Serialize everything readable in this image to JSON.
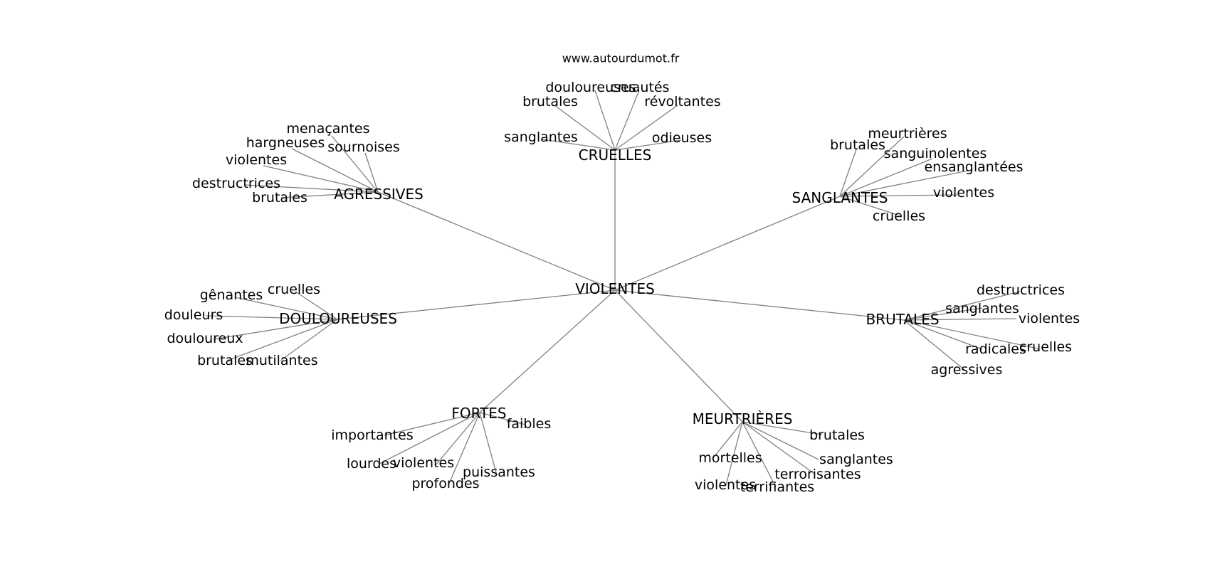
{
  "source": "www.autourdumot.fr",
  "graph": {
    "center": "VIOLENTES",
    "groups": [
      {
        "name": "AGRESSIVES",
        "leaves": [
          "menaçantes",
          "hargneuses",
          "sournoises",
          "violentes",
          "destructrices",
          "brutales"
        ]
      },
      {
        "name": "CRUELLES",
        "leaves": [
          "douloureuses",
          "cruautés",
          "brutales",
          "révoltantes",
          "sanglantes",
          "odieuses"
        ]
      },
      {
        "name": "SANGLANTES",
        "leaves": [
          "meurtrières",
          "brutales",
          "sanguinolentes",
          "ensanglantées",
          "violentes",
          "cruelles"
        ]
      },
      {
        "name": "DOULOUREUSES",
        "leaves": [
          "gênantes",
          "cruelles",
          "douleurs",
          "douloureux",
          "brutales",
          "mutilantes"
        ]
      },
      {
        "name": "BRUTALES",
        "leaves": [
          "destructrices",
          "sanglantes",
          "violentes",
          "radicales",
          "cruelles",
          "agressives"
        ]
      },
      {
        "name": "FORTES",
        "leaves": [
          "faibles",
          "importantes",
          "lourdes",
          "violentes",
          "puissantes",
          "profondes"
        ]
      },
      {
        "name": "MEURTRIÈRES",
        "leaves": [
          "brutales",
          "mortelles",
          "sanglantes",
          "terrorisantes",
          "violentes",
          "terrifiantes"
        ]
      }
    ]
  }
}
